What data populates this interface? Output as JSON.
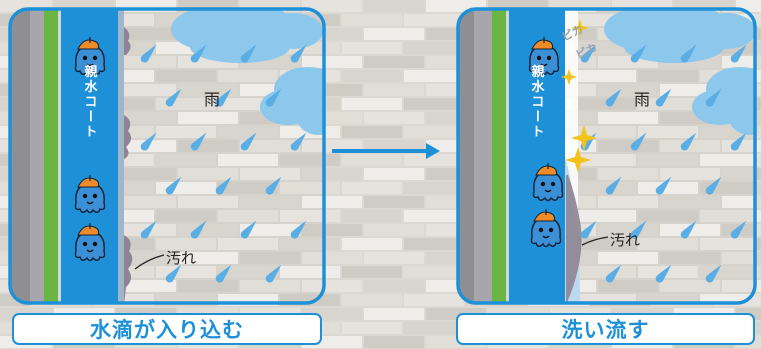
{
  "left_panel": {
    "coat_label": "親水コート",
    "rain_label": "雨",
    "dirt_label": "汚れ",
    "caption": "水滴が入り込む"
  },
  "right_panel": {
    "coat_label": "親水コート",
    "rain_label": "雨",
    "dirt_label": "汚れ",
    "sparkle_text": [
      "ピカ",
      "ピカ"
    ],
    "caption": "洗い流す"
  },
  "colors": {
    "accent_blue": "#1e90d8",
    "cloud": "#8cc7ec",
    "raindrop": "#5aaee6",
    "green_layer": "#6cb444",
    "grey_wall": "#8e8e93",
    "sparkle": "#f5c21a",
    "dirt": "#8d8494",
    "mascot_cap": "#f08c28"
  },
  "icons": [
    "raindrop-icon",
    "cloud-icon",
    "mascot-icon",
    "sparkle-icon",
    "arrow-right-icon"
  ]
}
